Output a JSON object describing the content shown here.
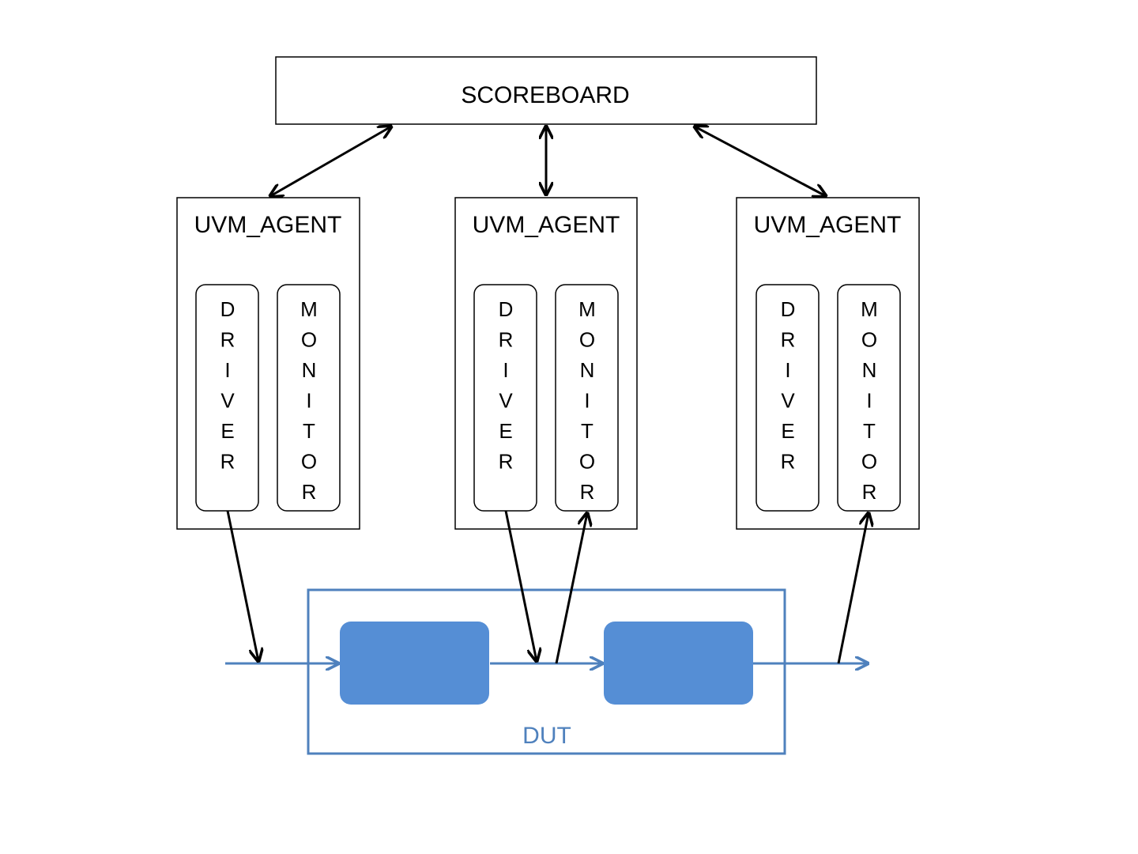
{
  "scoreboard": {
    "label": "SCOREBOARD"
  },
  "agents": [
    {
      "label": "UVM_AGENT",
      "driver": "DRIVER",
      "monitor": "MONITOR"
    },
    {
      "label": "UVM_AGENT",
      "driver": "DRIVER",
      "monitor": "MONITOR"
    },
    {
      "label": "UVM_AGENT",
      "driver": "DRIVER",
      "monitor": "MONITOR"
    }
  ],
  "dut": {
    "label": "DUT"
  },
  "colors": {
    "line": "#000000",
    "dut_blue": "#4f81bd",
    "block_fill": "#558ed5"
  }
}
